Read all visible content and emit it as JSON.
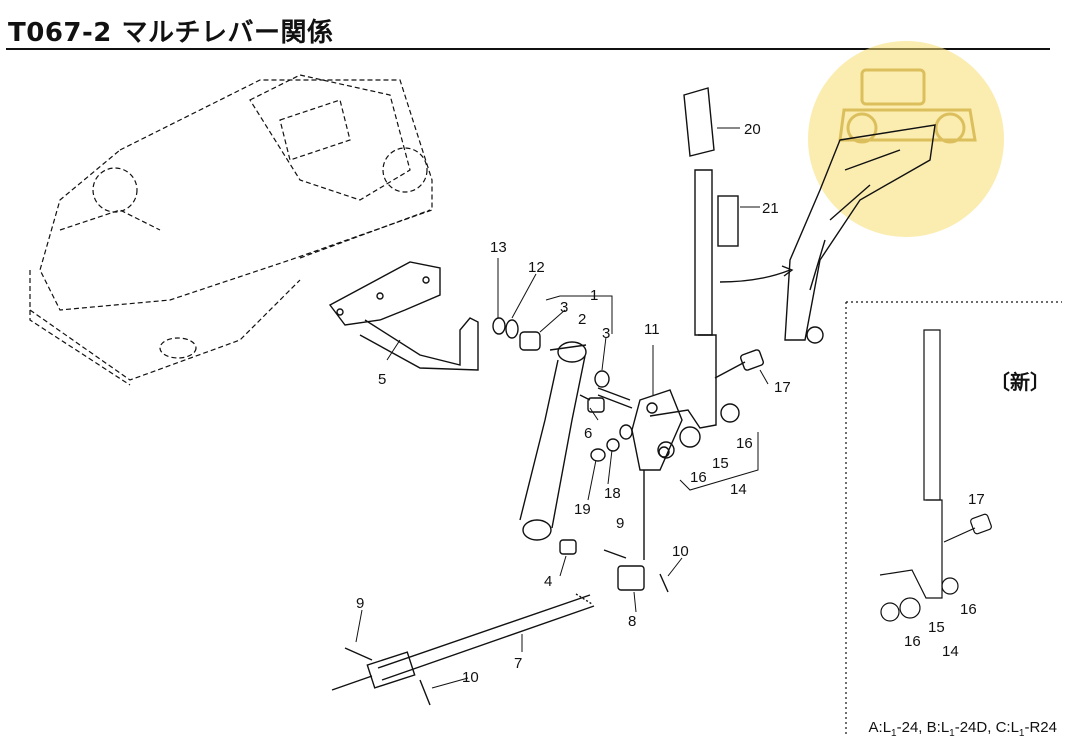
{
  "title": "T067-2 マルチレバー関係",
  "new_label": "〔新〕",
  "footer": {
    "a_prefix": "A:L",
    "a_sub": "1",
    "a_suffix": "-24,",
    "b_prefix": "B:L",
    "b_sub": "1",
    "b_suffix": "-24D,",
    "c_prefix": "C:L",
    "c_sub": "1",
    "c_suffix": "-R24"
  },
  "callouts": {
    "p1": "1",
    "p2": "2",
    "p3a": "3",
    "p3b": "3",
    "p4": "4",
    "p5": "5",
    "p6": "6",
    "p7": "7",
    "p8": "8",
    "p9a": "9",
    "p9b": "9",
    "p10a": "10",
    "p10b": "10",
    "p11": "11",
    "p12": "12",
    "p13": "13",
    "p14": "14",
    "p15": "15",
    "p16a": "16",
    "p16b": "16",
    "p17": "17",
    "p18": "18",
    "p19": "19",
    "p20": "20",
    "p21": "21",
    "n14": "14",
    "n15": "15",
    "n16a": "16",
    "n16b": "16",
    "n17": "17"
  },
  "colors": {
    "line": "#111111",
    "watermark": "#f7dc6f"
  }
}
